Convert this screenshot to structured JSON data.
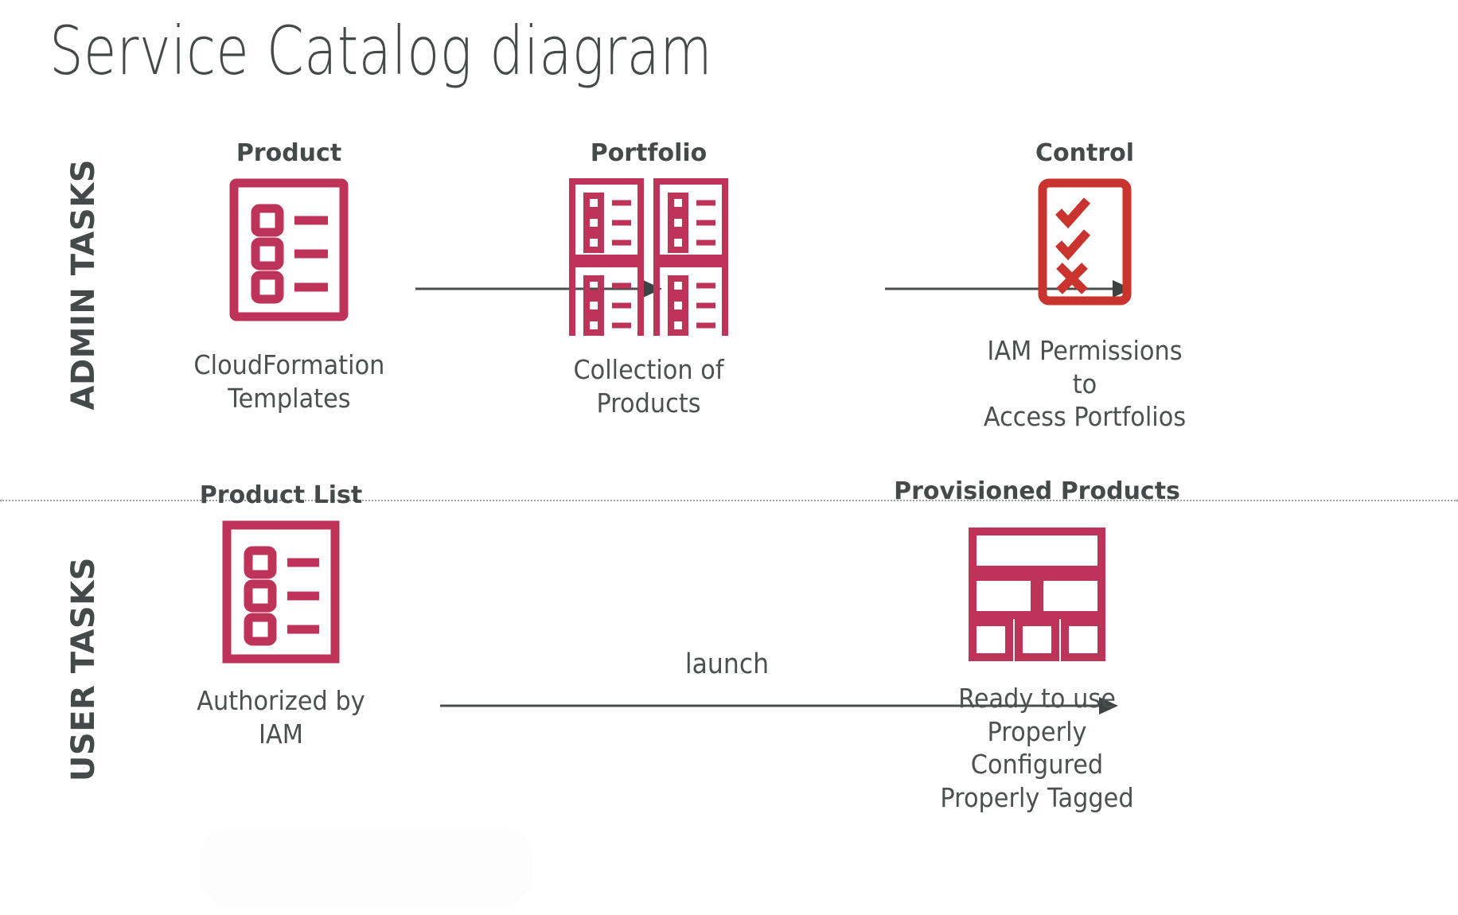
{
  "title": "Service Catalog diagram",
  "colors": {
    "crimson": "#BE3459",
    "red": "#C9342F",
    "text_dark": "#434a49",
    "text_body": "#4b5150",
    "arrow": "#4a4f4e",
    "divider": "#9aa0a0",
    "background": "#ffffff"
  },
  "rows": [
    {
      "id": "admin",
      "side_label": "ADMIN TASKS",
      "nodes": [
        {
          "id": "product",
          "heading": "Product",
          "icon": "checklist-document-icon",
          "caption": "CloudFormation\nTemplates"
        },
        {
          "id": "portfolio",
          "heading": "Portfolio",
          "icon": "checklist-grid-icon",
          "caption": "Collection of Products"
        },
        {
          "id": "control",
          "heading": "Control",
          "icon": "checkmarks-cross-document-icon",
          "caption": "IAM Permissions to\nAccess Portfolios"
        }
      ],
      "arrows": [
        {
          "id": "arrow-1",
          "label": ""
        },
        {
          "id": "arrow-2",
          "label": ""
        }
      ]
    },
    {
      "id": "user",
      "side_label": "USER TASKS",
      "nodes": [
        {
          "id": "product-list",
          "heading": "Product List",
          "icon": "checklist-document-icon",
          "caption": "Authorized by IAM"
        },
        {
          "id": "provisioned-products",
          "heading": "Provisioned Products",
          "icon": "stacked-blocks-icon",
          "caption": "Ready to use\nProperly Configured\nProperly Tagged"
        }
      ],
      "arrows": [
        {
          "id": "arrow-launch",
          "label": "launch"
        }
      ]
    }
  ]
}
